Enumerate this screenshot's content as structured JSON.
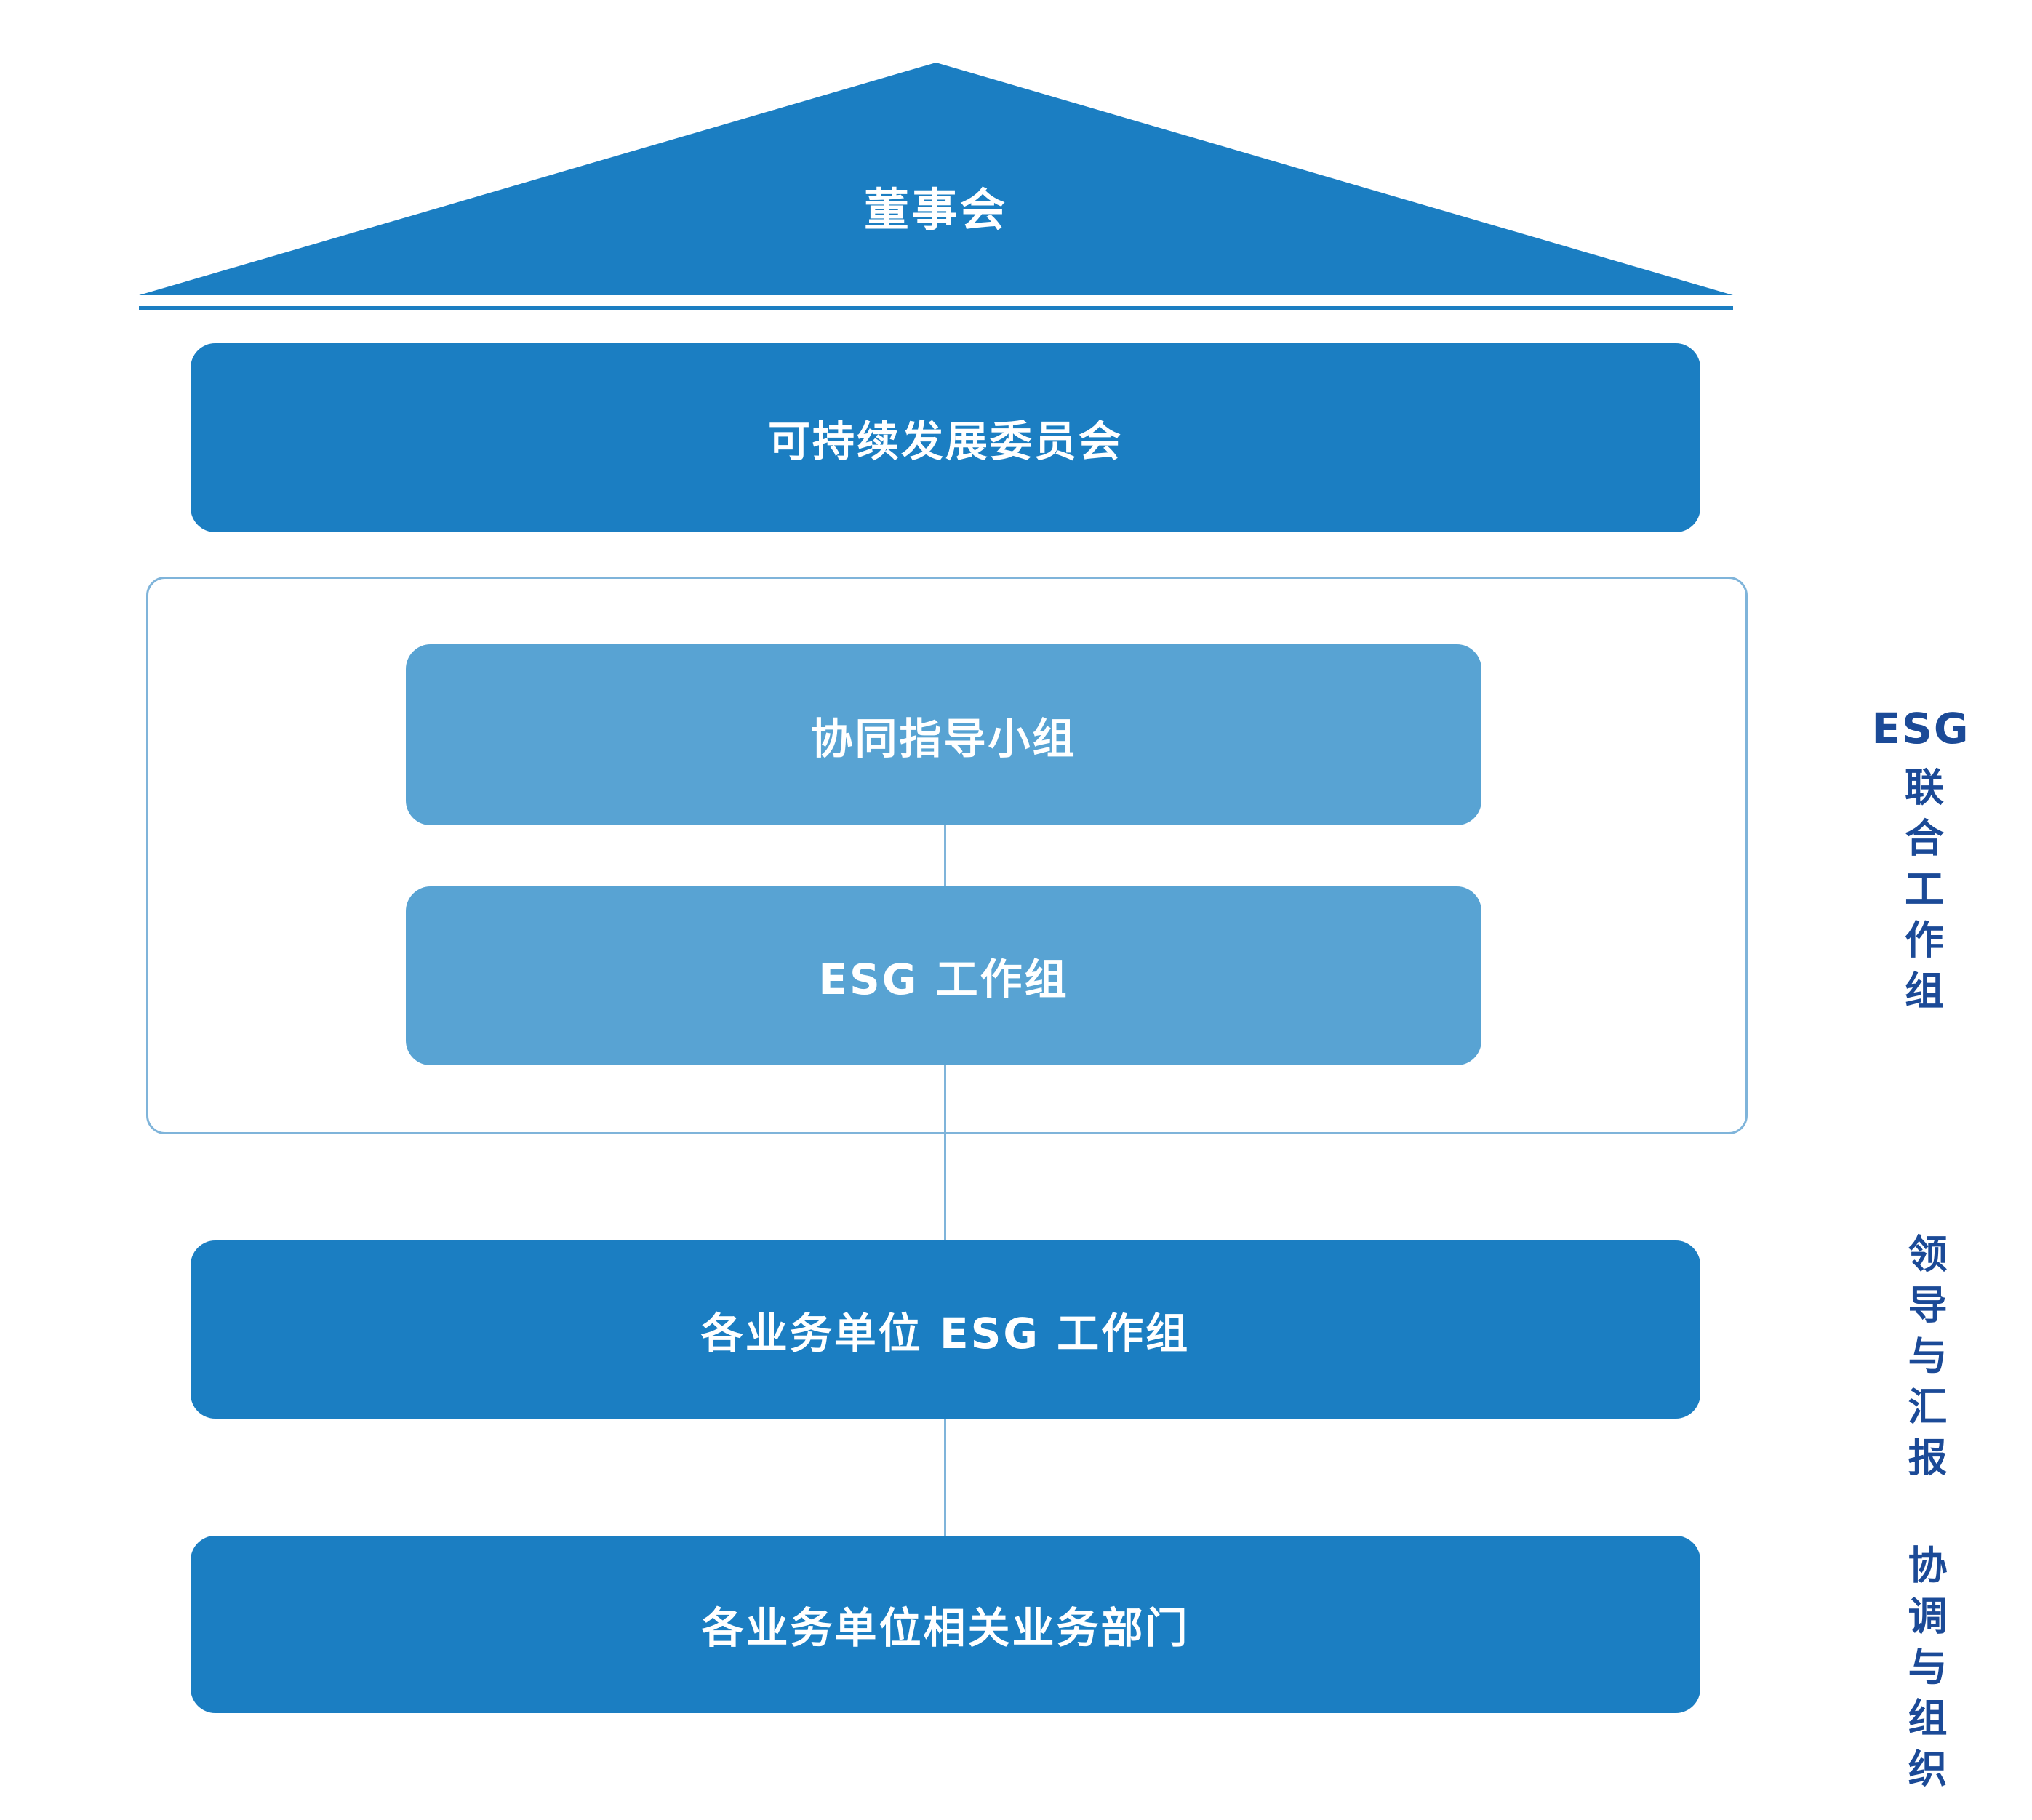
{
  "roof": {
    "label": "董事会"
  },
  "committee": {
    "label": "可持续发展委员会"
  },
  "joint_group": {
    "steering": {
      "label": "协同指导小组"
    },
    "esg_working": {
      "label": "ESG 工作组"
    }
  },
  "bu_esg": {
    "label": "各业务单位 ESG 工作组"
  },
  "bu_depts": {
    "label": "各业务单位相关业务部门"
  },
  "side_labels": {
    "joint_prefix": "ESG",
    "joint_cjk": "联合工作组",
    "lead_report": "领导与汇报",
    "coord_org": "协调与组织"
  },
  "colors": {
    "primary_blue": "#1b7ec2",
    "light_blue": "#58a3d3",
    "navy_text": "#1b4a97",
    "outline_blue": "#7fb4da"
  }
}
